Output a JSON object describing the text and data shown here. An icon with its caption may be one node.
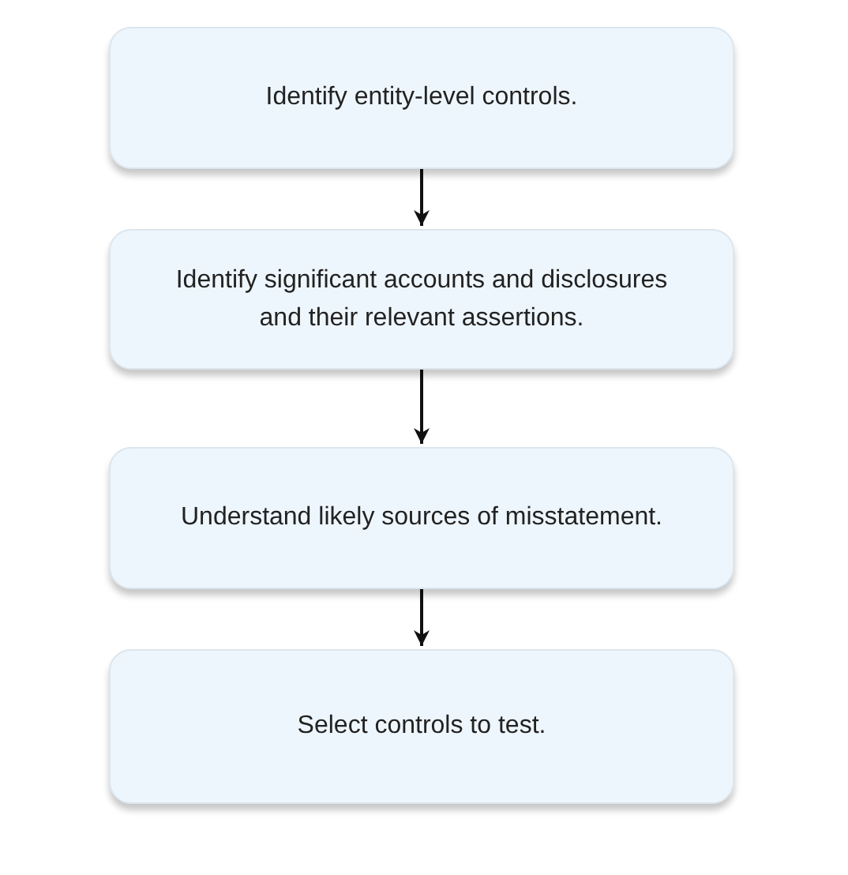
{
  "diagram": {
    "nodes": [
      {
        "text": [
          "Identify entity-level controls."
        ]
      },
      {
        "text": [
          "Identify significant accounts and disclosures and their relevant assertions."
        ]
      },
      {
        "text": [
          "Understand likely sources of misstatement."
        ]
      },
      {
        "text": [
          "Select controls to test."
        ]
      }
    ],
    "edges": [
      {
        "from": 0,
        "to": 1,
        "arrow": "to"
      },
      {
        "from": 1,
        "to": 2,
        "arrow": "to"
      },
      {
        "from": 2,
        "to": 3,
        "arrow": "to"
      }
    ]
  }
}
